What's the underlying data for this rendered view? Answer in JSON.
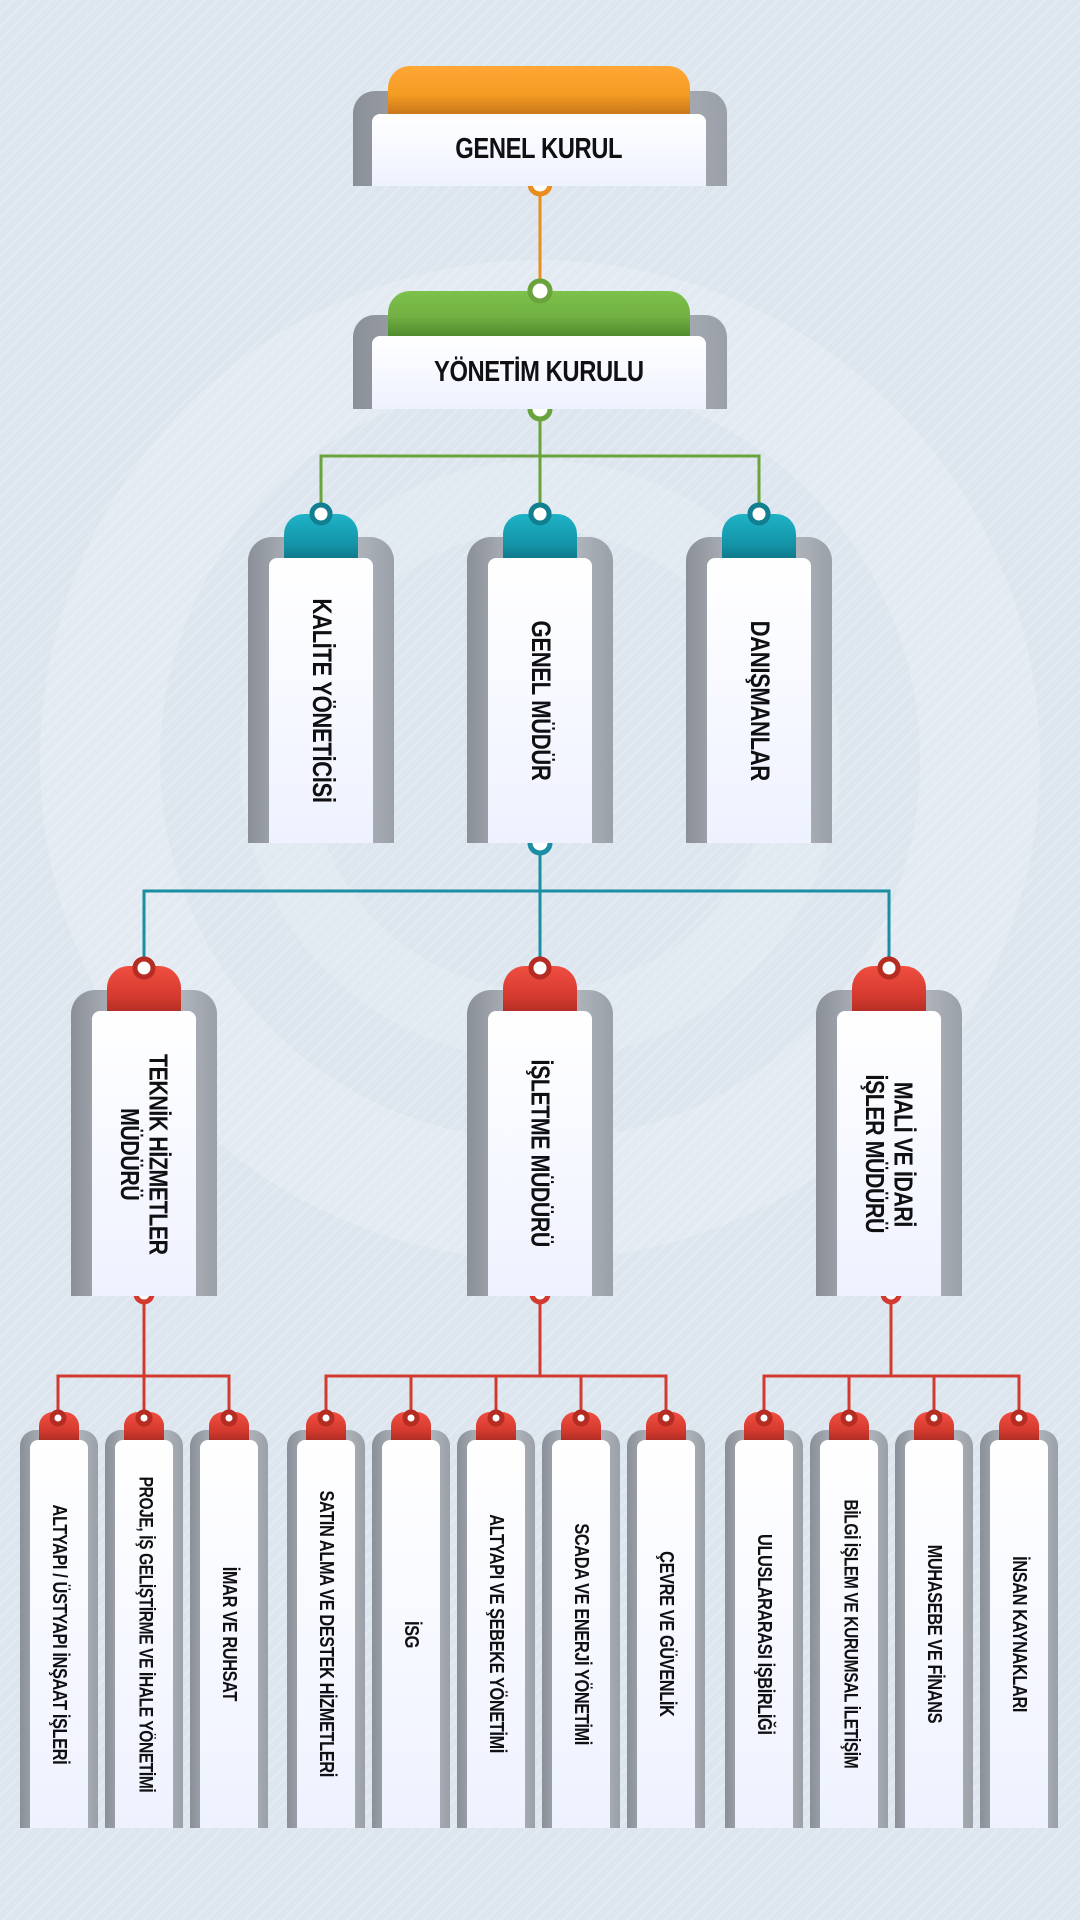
{
  "colors": {
    "top": "#f39c22",
    "board": "#72b043",
    "mid": "#1494a8",
    "dept": "#d63b2f",
    "line_top": "#e88e1f",
    "line_board": "#6aa33c",
    "line_mid": "#1b8ea3",
    "line_dept": "#d23a30"
  },
  "level1": {
    "label": "GENEL KURUL"
  },
  "level2": {
    "label": "YÖNETİM KURULU"
  },
  "level3": [
    {
      "label": "KALİTE YÖNETİCİSİ"
    },
    {
      "label": "GENEL MÜDÜR"
    },
    {
      "label": "DANIŞMANLAR"
    }
  ],
  "level4": [
    {
      "label": "TEKNİK HİZMETLER MÜDÜRÜ"
    },
    {
      "label": "İŞLETME MÜDÜRÜ"
    },
    {
      "label": "MALİ VE İDARİ İŞLER MÜDÜRÜ"
    }
  ],
  "level5": {
    "teknik": [
      {
        "label": "ALTYAPI / ÜSTYAPI İNŞAAT İŞLERİ"
      },
      {
        "label": "PROJE, İŞ GELİŞTİRME VE İHALE YÖNETİMİ"
      },
      {
        "label": "İMAR VE RUHSAT"
      }
    ],
    "isletme": [
      {
        "label": "SATIN ALMA VE DESTEK HİZMETLERİ"
      },
      {
        "label": "İSG"
      },
      {
        "label": "ALTYAPI VE ŞEBEKE YÖNETİMİ"
      },
      {
        "label": "SCADA VE ENERJİ YÖNETİMİ"
      },
      {
        "label": "ÇEVRE VE GÜVENLİK"
      }
    ],
    "mali": [
      {
        "label": "ULUSLARARASI İŞBİRLİĞİ"
      },
      {
        "label": "BİLGİ İŞLEM VE KURUMSAL İLETİŞİM"
      },
      {
        "label": "MUHASEBE VE FİNANS"
      },
      {
        "label": "İNSAN KAYNAKLARI"
      }
    ]
  }
}
